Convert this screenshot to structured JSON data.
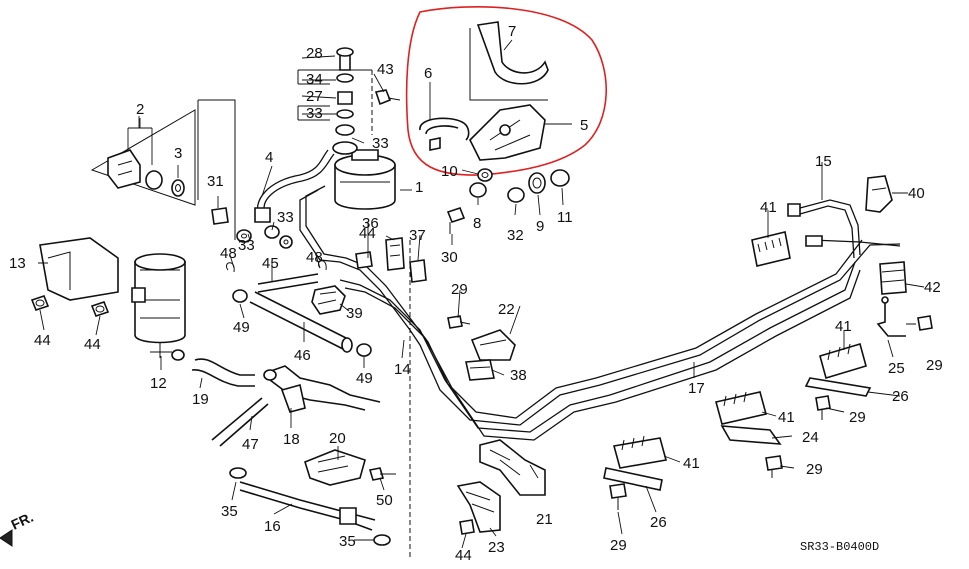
{
  "diagram_code": "SR33-B0400D",
  "direction_label": "FR.",
  "highlight_color": "#e02020",
  "callouts": [
    "2",
    "3",
    "4",
    "5",
    "6",
    "7",
    "8",
    "9",
    "10",
    "11",
    "12",
    "13",
    "14",
    "15",
    "16",
    "17",
    "18",
    "19",
    "20",
    "21",
    "22",
    "23",
    "24",
    "25",
    "26",
    "27",
    "28",
    "29",
    "30",
    "31",
    "32",
    "33",
    "34",
    "35",
    "36",
    "37",
    "38",
    "39",
    "40",
    "41",
    "42",
    "43",
    "44",
    "45",
    "46",
    "47",
    "48",
    "49",
    "50"
  ]
}
